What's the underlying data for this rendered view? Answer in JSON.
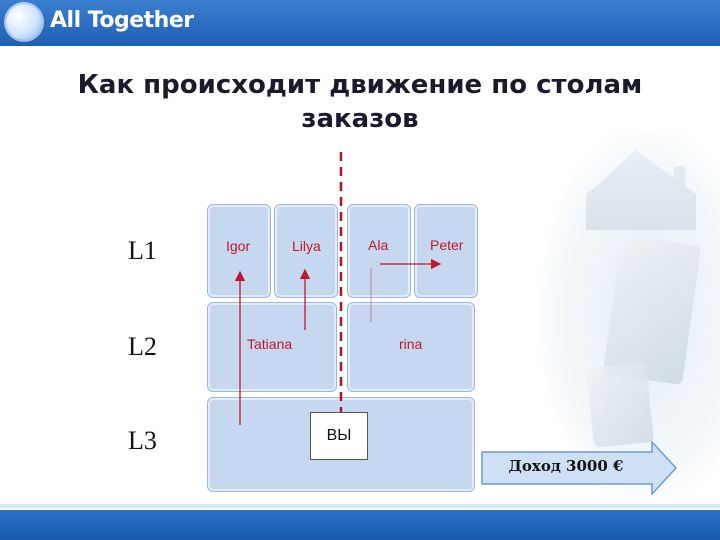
{
  "brand": {
    "name": "All Together"
  },
  "title": {
    "line1": "Как происходит движение по столам",
    "line2": "заказов"
  },
  "levels": [
    "L1",
    "L2",
    "L3"
  ],
  "level1": {
    "names": [
      "Igor",
      "Lilya",
      "Ala",
      "Peter"
    ]
  },
  "level2": {
    "names": [
      "Tatiana",
      "rina"
    ]
  },
  "level3": {
    "you_label": "ВЫ"
  },
  "income": {
    "label": "Доход 3000 €"
  },
  "colors": {
    "box_fill": "#c6d8f0",
    "name_text": "#c01828",
    "arrow": "#c01828",
    "income_arrow": "#cfe0f5"
  }
}
